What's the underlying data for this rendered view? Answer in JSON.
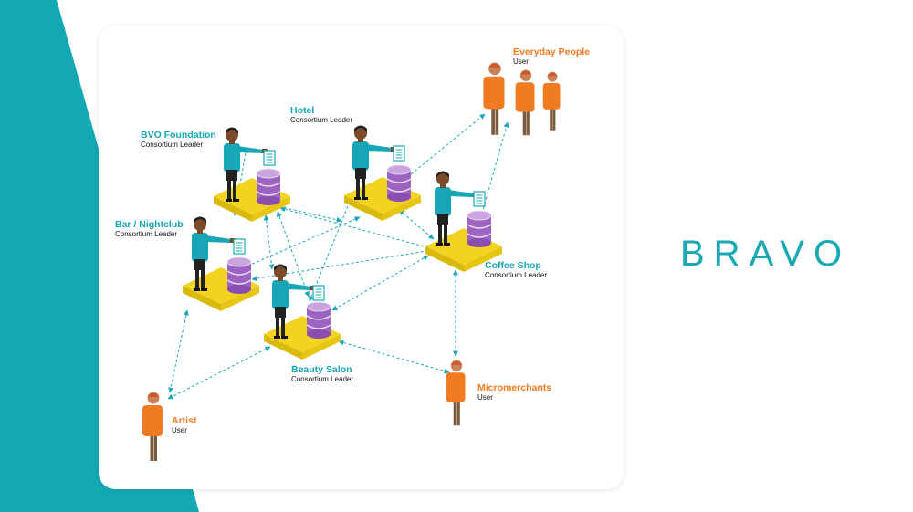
{
  "brand": {
    "wordmark": "BRAVO"
  },
  "colors": {
    "teal": "#17a6b5",
    "orange": "#f07b22",
    "platform": "#f2d320",
    "database": "#9b59b6"
  },
  "leaders": [
    {
      "id": "bvo",
      "name": "BVO Foundation",
      "role": "Consortium Leader"
    },
    {
      "id": "hotel",
      "name": "Hotel",
      "role": "Consortium Leader"
    },
    {
      "id": "bar",
      "name": "Bar / Nightclub",
      "role": "Consortium Leader"
    },
    {
      "id": "coffee",
      "name": "Coffee Shop",
      "role": "Consortium Leader"
    },
    {
      "id": "beauty",
      "name": "Beauty Salon",
      "role": "Consortium Leader"
    }
  ],
  "users": [
    {
      "id": "everyday",
      "name": "Everyday People",
      "role": "User"
    },
    {
      "id": "artist",
      "name": "Artist",
      "role": "User"
    },
    {
      "id": "micro",
      "name": "Micromerchants",
      "role": "User"
    }
  ]
}
